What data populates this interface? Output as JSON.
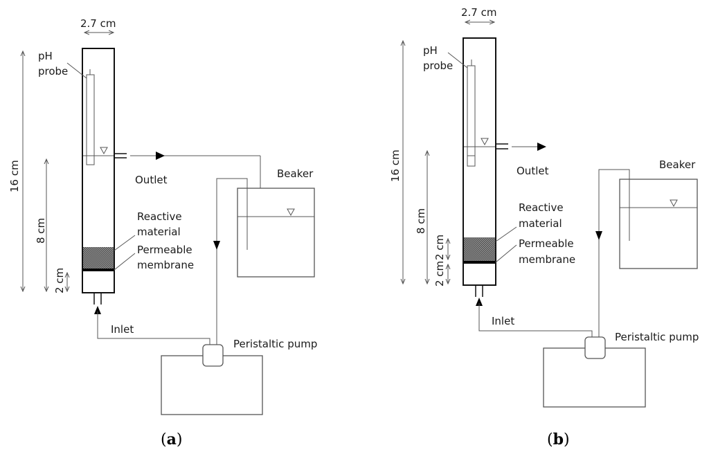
{
  "panels": [
    {
      "id": "a",
      "caption": "a",
      "labels": {
        "width": "2.7 cm",
        "height_total": "16 cm",
        "height_outlet": "8 cm",
        "height_bottom": "2 cm",
        "ph_probe_line1": "pH",
        "ph_probe_line2": "probe",
        "outlet": "Outlet",
        "reactive_line1": "Reactive",
        "reactive_line2": "material",
        "membrane_line1": "Permeable",
        "membrane_line2": "membrane",
        "beaker": "Beaker",
        "inlet": "Inlet",
        "pump": "Peristaltic pump"
      }
    },
    {
      "id": "b",
      "caption": "b",
      "labels": {
        "width": "2.7 cm",
        "height_total": "16 cm",
        "height_outlet": "8 cm",
        "height_reactive": "2 cm",
        "height_bottom": "2 cm",
        "ph_probe_line1": "pH",
        "ph_probe_line2": "probe",
        "outlet": "Outlet",
        "reactive_line1": "Reactive",
        "reactive_line2": "material",
        "membrane_line1": "Permeable",
        "membrane_line2": "membrane",
        "beaker": "Beaker",
        "inlet": "Inlet",
        "pump": "Peristaltic pump"
      }
    }
  ],
  "caption_open": "(",
  "caption_close": ")"
}
